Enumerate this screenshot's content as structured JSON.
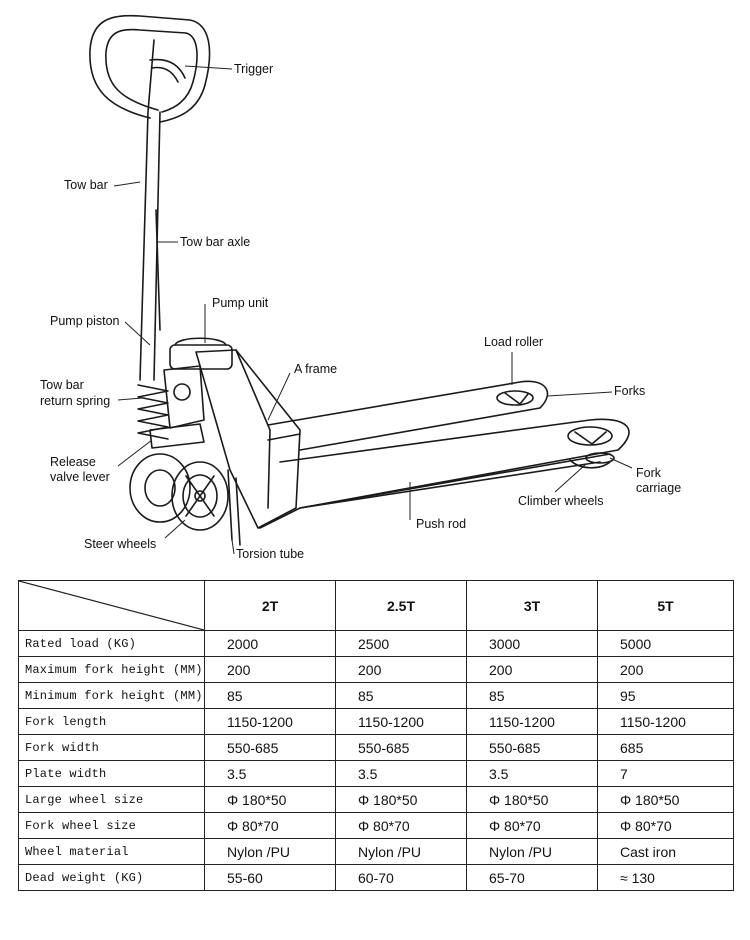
{
  "diagram": {
    "labels": {
      "trigger": "Trigger",
      "tow_bar": "Tow bar",
      "tow_bar_axle": "Tow bar axle",
      "pump_unit": "Pump unit",
      "pump_piston": "Pump piston",
      "tow_bar_return_spring_1": "Tow bar",
      "tow_bar_return_spring_2": "return spring",
      "a_frame": "A frame",
      "load_roller": "Load roller",
      "forks": "Forks",
      "release_valve_lever_1": "Release",
      "release_valve_lever_2": "valve lever",
      "fork_carriage_1": "Fork",
      "fork_carriage_2": "carriage",
      "climber_wheels": "Climber wheels",
      "push_rod": "Push rod",
      "steer_wheels": "Steer wheels",
      "torsion_tube": "Torsion tube"
    }
  },
  "specs": {
    "columns": [
      "2T",
      "2.5T",
      "3T",
      "5T"
    ],
    "rows": [
      {
        "label": "Rated load (KG)",
        "values": [
          "2000",
          "2500",
          "3000",
          "5000"
        ]
      },
      {
        "label": "Maximum fork height (MM)",
        "values": [
          "200",
          "200",
          "200",
          "200"
        ]
      },
      {
        "label": "Minimum fork height (MM)",
        "values": [
          "85",
          "85",
          "85",
          "95"
        ]
      },
      {
        "label": "Fork length",
        "values": [
          "1150-1200",
          "1150-1200",
          "1150-1200",
          "1150-1200"
        ]
      },
      {
        "label": "Fork width",
        "values": [
          "550-685",
          "550-685",
          "550-685",
          "685"
        ]
      },
      {
        "label": "Plate width",
        "values": [
          "3.5",
          "3.5",
          "3.5",
          "7"
        ]
      },
      {
        "label": "Large wheel size",
        "values": [
          "Φ 180*50",
          "Φ 180*50",
          "Φ 180*50",
          "Φ 180*50"
        ]
      },
      {
        "label": "Fork wheel size",
        "values": [
          "Φ 80*70",
          "Φ 80*70",
          "Φ 80*70",
          "Φ 80*70"
        ]
      },
      {
        "label": "Wheel material",
        "values": [
          "Nylon /PU",
          "Nylon /PU",
          "Nylon /PU",
          "Cast iron"
        ]
      },
      {
        "label": "Dead weight (KG)",
        "values": [
          "55-60",
          "60-70",
          "65-70",
          "≈ 130"
        ]
      }
    ]
  }
}
